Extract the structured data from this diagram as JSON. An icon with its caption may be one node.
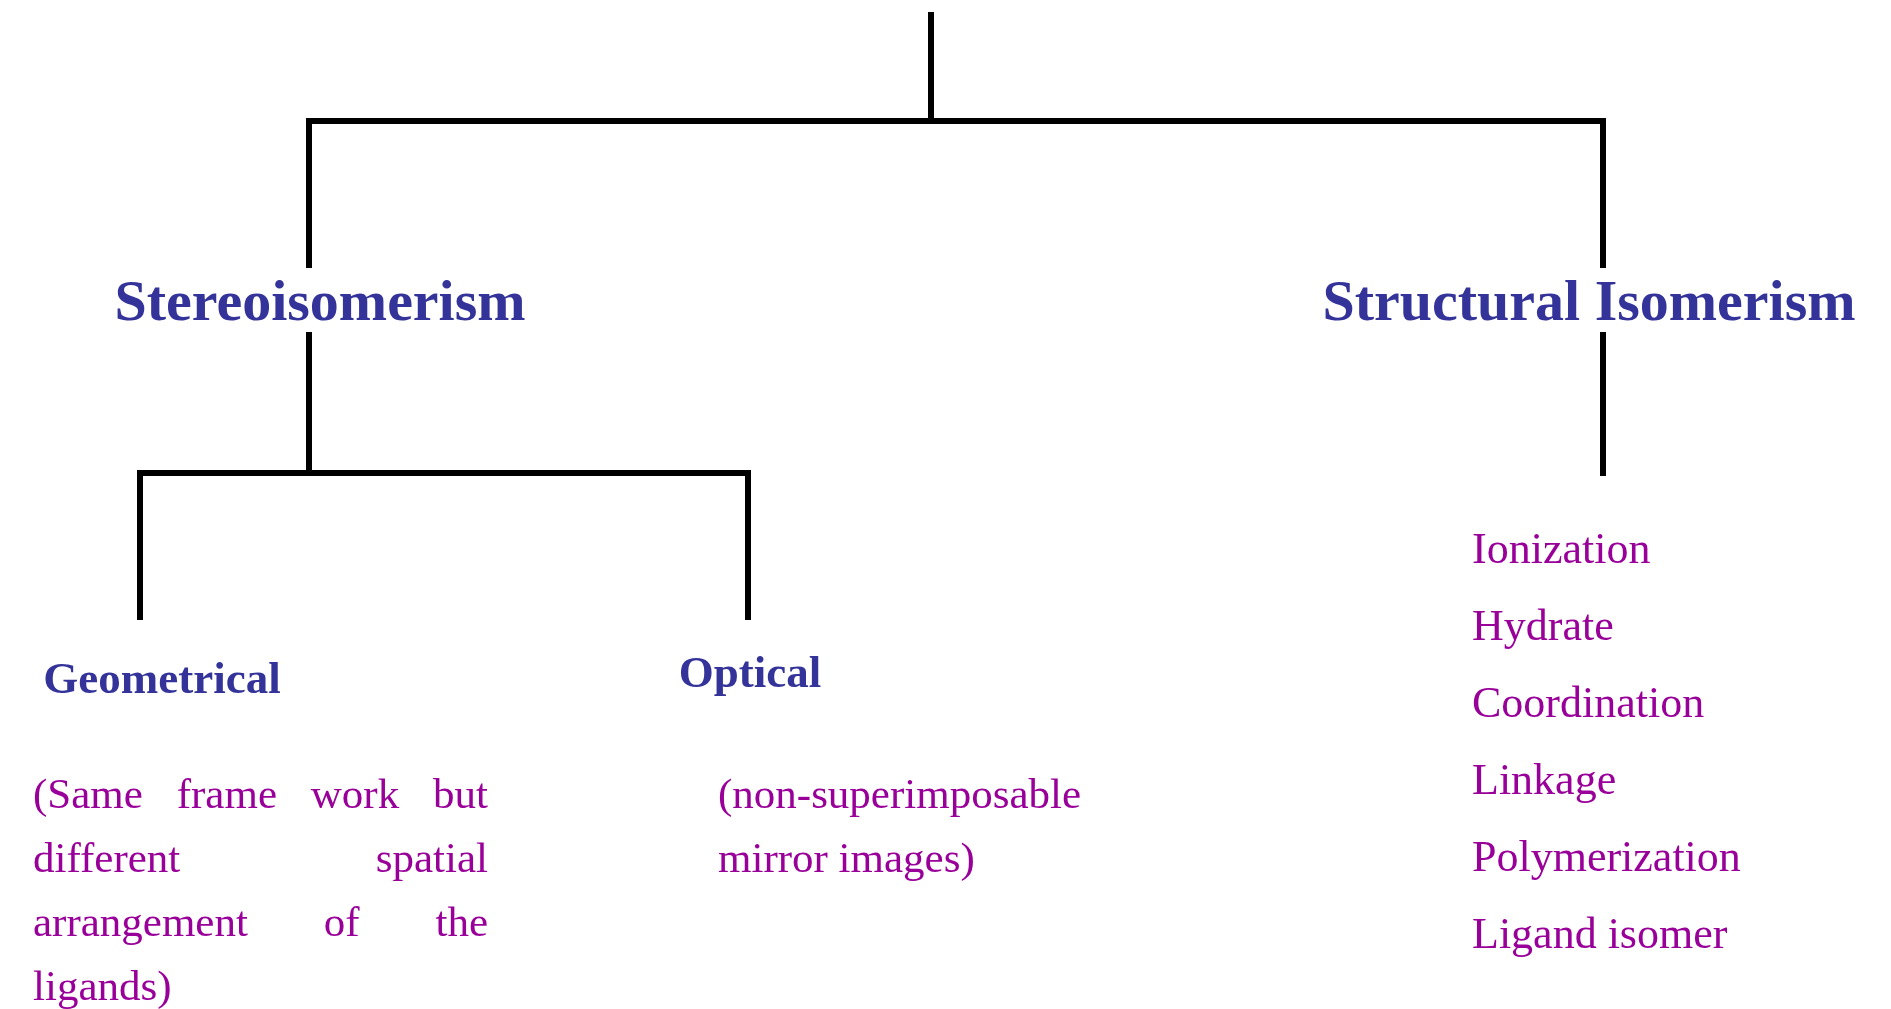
{
  "diagram": {
    "nodes": [
      {
        "text": [
          "Stereoisomerism"
        ]
      },
      {
        "text": [
          "Structural Isomerism"
        ]
      },
      {
        "text": [
          "Geometrical"
        ],
        "beside": [
          "(Same frame work but different spatial arrangement of the ligands)"
        ]
      },
      {
        "text": [
          "Optical"
        ],
        "beside": [
          "(non-superimposable mirror images)"
        ]
      },
      {
        "text": [
          "Ionization",
          "Hydrate",
          "Coordination",
          "Linkage",
          "Polymerization",
          "Ligand isomer"
        ]
      }
    ],
    "edges": [
      {
        "from": null,
        "to": 0,
        "arrow": "none"
      },
      {
        "from": null,
        "to": 1,
        "arrow": "none"
      },
      {
        "from": 0,
        "to": 2,
        "arrow": "none"
      },
      {
        "from": 0,
        "to": 3,
        "arrow": "none"
      },
      {
        "from": 1,
        "to": 4,
        "arrow": "none"
      }
    ]
  }
}
